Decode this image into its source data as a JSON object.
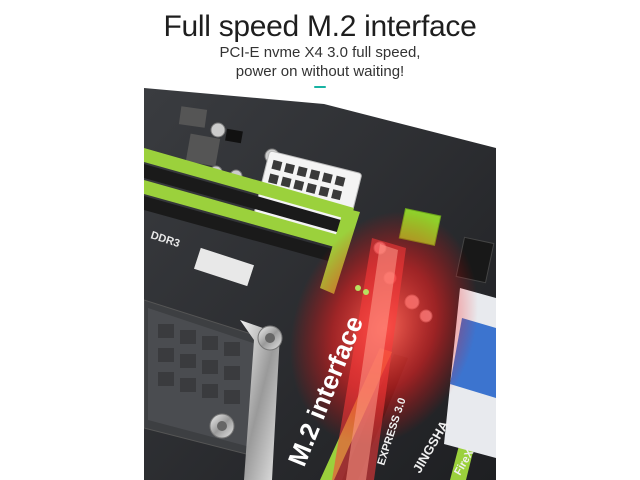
{
  "header": {
    "title": "Full speed M.2 interface",
    "subtitle_line1": "PCI-E nvme X4 3.0 full speed,",
    "subtitle_line2": "power on without waiting!",
    "accent_color": "#18b3a3"
  },
  "board": {
    "m2_label": "M.2 interface",
    "ddr_label": "DDR3",
    "pcie_label": "EXPRESS 3.0",
    "brand_label": "JINGSHA",
    "fan_label": "FireX",
    "board_color": "#2b2d31",
    "slot_color": "#9bd13c",
    "glow_color": "#ff2a2a"
  }
}
